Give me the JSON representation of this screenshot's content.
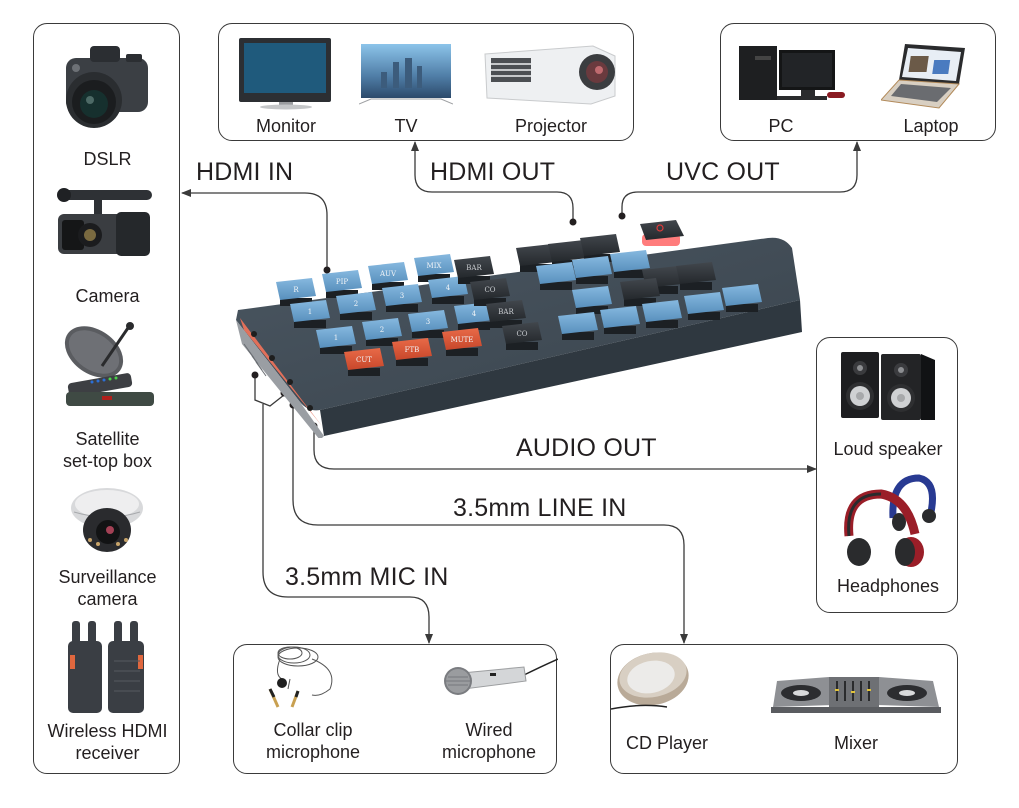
{
  "diagram": {
    "type": "connection-diagram",
    "center_device": {
      "name": "video switcher keyboard console",
      "key_labels": [
        "R",
        "PIP",
        "AUV",
        "MIX",
        "1",
        "2",
        "3",
        "4",
        "1",
        "2",
        "3",
        "4",
        "CUT",
        "FTB",
        "MUTE",
        "BAR",
        "CO",
        "BAR",
        "CO"
      ],
      "colors": {
        "blue_key": "#6aa3cf",
        "dark_key": "#2e3236",
        "orange_key": "#d9583a",
        "body": "#3d4852",
        "side_panel": "#e2705a",
        "power_key_glow": "#ff4a4a"
      }
    },
    "groups": {
      "inputs_left": {
        "items": [
          {
            "icon": "dslr-camera-icon",
            "label": "DSLR"
          },
          {
            "icon": "video-camera-icon",
            "label": "Camera"
          },
          {
            "icon": "satellite-dish-icon",
            "label": "Satellite\nset-top box",
            "label_lines": [
              "Satellite",
              "set-top box"
            ]
          },
          {
            "icon": "dome-camera-icon",
            "label_lines": [
              "Surveillance",
              "camera"
            ]
          },
          {
            "icon": "wireless-receiver-icon",
            "label_lines": [
              "Wireless HDMI",
              "receiver"
            ]
          }
        ]
      },
      "displays_top": {
        "items": [
          {
            "icon": "monitor-icon",
            "label": "Monitor"
          },
          {
            "icon": "tv-icon",
            "label": "TV"
          },
          {
            "icon": "projector-icon",
            "label": "Projector"
          }
        ]
      },
      "computers_top_right": {
        "items": [
          {
            "icon": "desktop-pc-icon",
            "label": "PC"
          },
          {
            "icon": "laptop-icon",
            "label": "Laptop"
          }
        ]
      },
      "audio_out_right": {
        "items": [
          {
            "icon": "speaker-icon",
            "label": "Loud speaker"
          },
          {
            "icon": "headphones-icon",
            "label": "Headphones"
          }
        ]
      },
      "mics_bottom": {
        "items": [
          {
            "icon": "lavalier-mic-icon",
            "label_lines": [
              "Collar clip",
              "microphone"
            ]
          },
          {
            "icon": "handheld-mic-icon",
            "label_lines": [
              "Wired",
              "microphone"
            ]
          }
        ]
      },
      "line_sources_bottom_right": {
        "items": [
          {
            "icon": "cd-player-icon",
            "label": "CD Player"
          },
          {
            "icon": "dj-mixer-icon",
            "label": "Mixer"
          }
        ]
      }
    },
    "connections": [
      {
        "label": "HDMI IN",
        "from": "center_device",
        "to": "inputs_left",
        "arrow": "toward-left-box"
      },
      {
        "label": "HDMI OUT",
        "from": "center_device",
        "to": "displays_top"
      },
      {
        "label": "UVC OUT",
        "from": "center_device",
        "to": "computers_top_right"
      },
      {
        "label": "AUDIO OUT",
        "from": "center_device",
        "to": "audio_out_right"
      },
      {
        "label": "3.5mm LINE IN",
        "from": "center_device",
        "to": "line_sources_bottom_right"
      },
      {
        "label": "3.5mm MIC IN",
        "from": "center_device",
        "to": "mics_bottom"
      }
    ],
    "line_color": "#3a3a3a"
  }
}
